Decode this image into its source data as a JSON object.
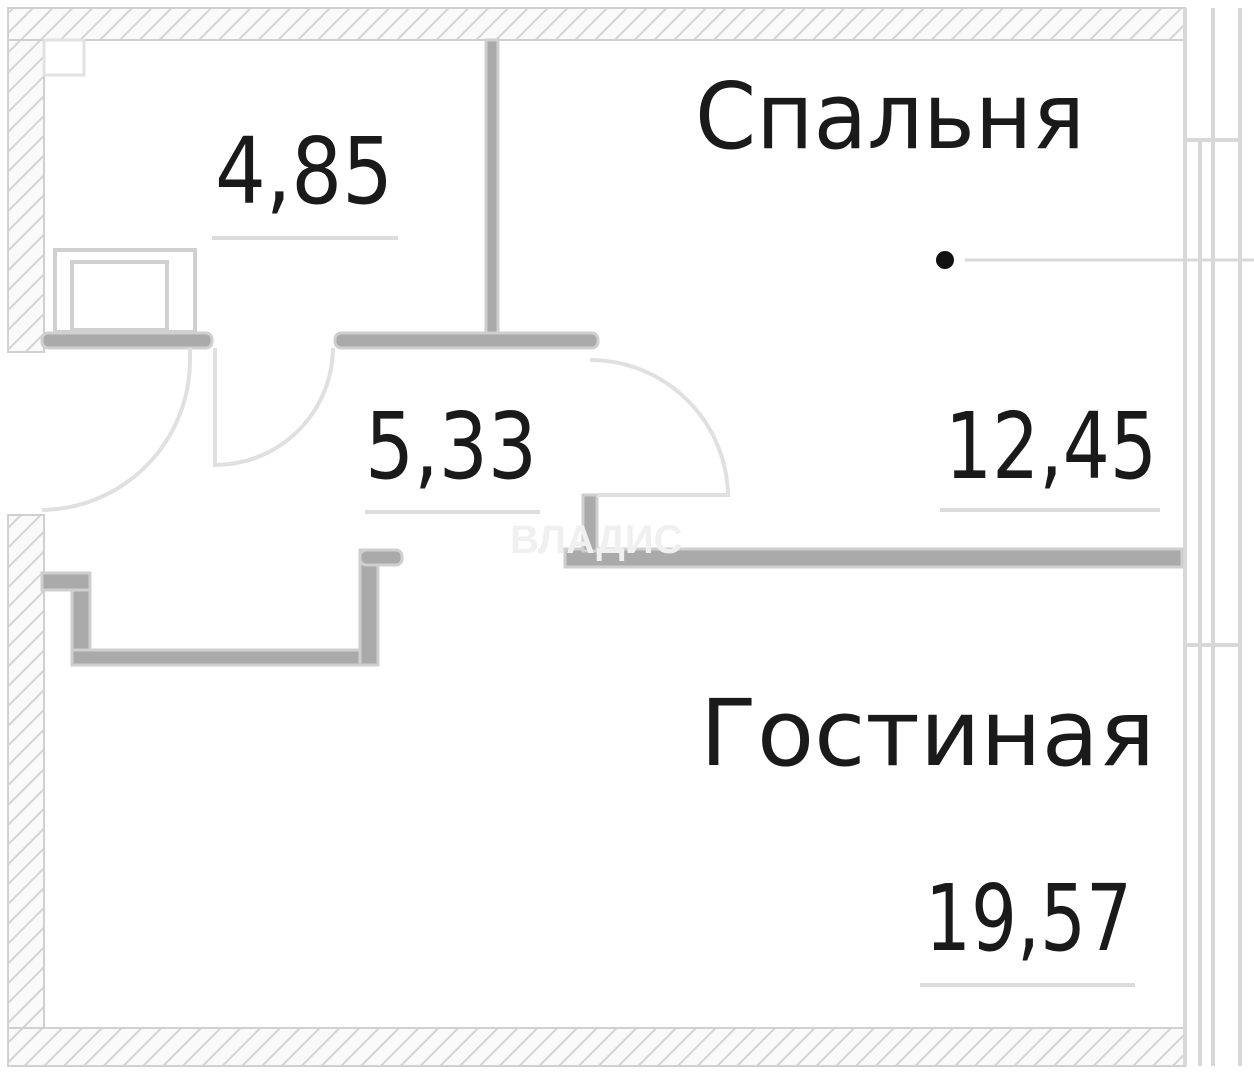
{
  "plan": {
    "rooms": [
      {
        "id": "bathroom",
        "area": "4,85"
      },
      {
        "id": "hallway",
        "area": "5,33"
      },
      {
        "id": "bedroom",
        "name": "Спальня",
        "area": "12,45"
      },
      {
        "id": "living",
        "name": "Гостиная",
        "area": "19,57"
      }
    ],
    "watermark": "ВЛАДИС",
    "colors": {
      "wall": "#a9a9a9",
      "hatch": "#d9d9d9",
      "text": "#1a1a1a"
    }
  }
}
